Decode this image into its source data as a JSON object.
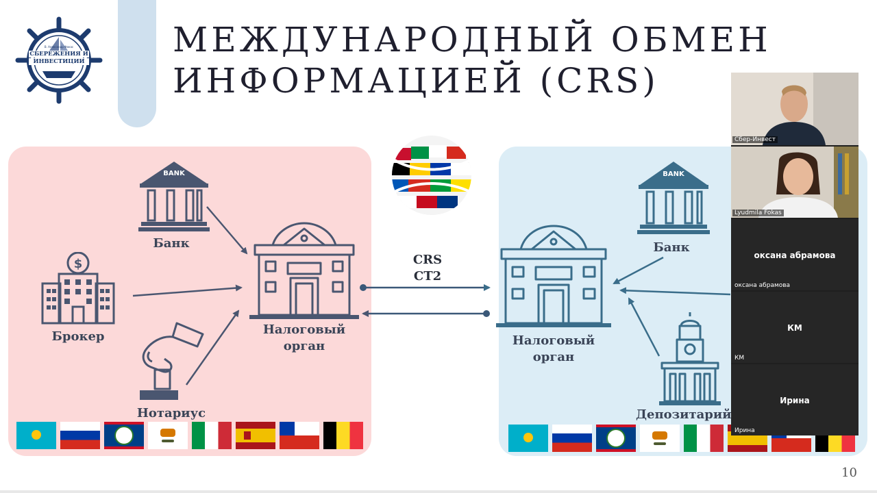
{
  "logo": {
    "text_line1": "СБЕРЕЖЕНИЯ И",
    "text_line2": "ИНВЕСТИЦИИ",
    "small_text": "В. Александр Фокас"
  },
  "title": {
    "line1": "МЕЖДУНАРОДНЫЙ ОБМЕН",
    "line2": "ИНФОРМАЦИЕЙ (CRS)"
  },
  "left_panel": {
    "bank_sign": "BANK",
    "bank": "Банк",
    "broker": "Брокер",
    "notary": "Нотариус",
    "tax_line1": "Налоговый",
    "tax_line2": "орган"
  },
  "center": {
    "label_line1": "CRS",
    "label_line2": "СТ2"
  },
  "right_panel": {
    "bank_sign": "BANK",
    "bank": "Банк",
    "tax_line1": "Налоговый",
    "tax_line2": "орган",
    "depository": "Депозитарий"
  },
  "flags": [
    "kazakhstan",
    "russia",
    "belize",
    "cyprus",
    "italy",
    "spain",
    "chile",
    "belgium"
  ],
  "video_tiles": [
    {
      "caption": "Сбер-Инвест",
      "type": "camera"
    },
    {
      "caption": "Lyudmila Fokas",
      "type": "camera"
    },
    {
      "name": "оксана абрамова",
      "caption": "оксана абрамова",
      "type": "name"
    },
    {
      "name": "КМ",
      "caption": "КМ",
      "type": "name"
    },
    {
      "name": "Ирина",
      "caption": "Ирина",
      "type": "name"
    }
  ],
  "page_number": "10",
  "colors": {
    "left_panel": "#fcd9d9",
    "right_panel": "#dcedf6",
    "icon_left": "#4a5670",
    "icon_right": "#3a6d8a",
    "accent_bar": "#cfe0ee"
  }
}
